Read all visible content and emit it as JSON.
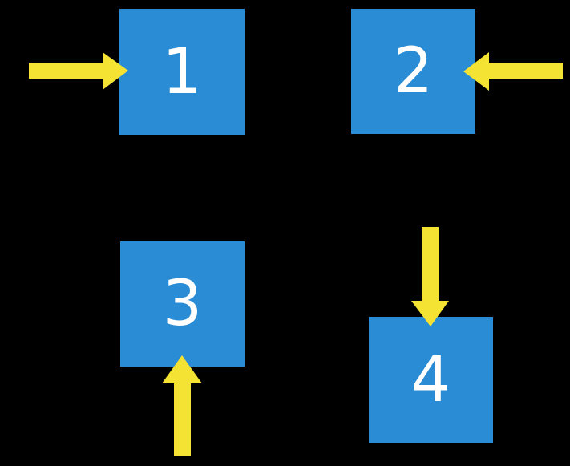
{
  "colors": {
    "background": "#000000",
    "box_fill": "#2A8CD4",
    "arrow_fill": "#F5E333",
    "label_text": "#FFFFFF"
  },
  "diagram": {
    "type": "numbered-boxes-with-arrows",
    "boxes": [
      {
        "label": "1",
        "arrow_icon": "arrow-right-icon",
        "arrow_points": "into-left-side"
      },
      {
        "label": "2",
        "arrow_icon": "arrow-left-icon",
        "arrow_points": "into-right-side"
      },
      {
        "label": "3",
        "arrow_icon": "arrow-up-icon",
        "arrow_points": "into-bottom-side"
      },
      {
        "label": "4",
        "arrow_icon": "arrow-down-icon",
        "arrow_points": "into-top-side"
      }
    ]
  }
}
